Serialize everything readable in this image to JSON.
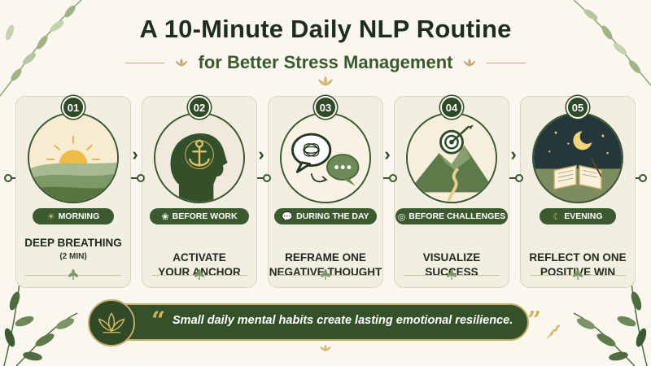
{
  "title": "A 10-Minute Daily NLP Routine",
  "subtitle": "for Better Stress Management",
  "steps": [
    {
      "number": "01",
      "time": "MORNING",
      "time_icon": "sun-icon",
      "label": "DEEP BREATHING",
      "sub": "(2 MIN)",
      "illustration": "sunrise-hills"
    },
    {
      "number": "02",
      "time": "BEFORE WORK",
      "time_icon": "brain-icon",
      "label": "ACTIVATE\nYOUR ANCHOR",
      "sub": "",
      "illustration": "head-anchor"
    },
    {
      "number": "03",
      "time": "DURING THE DAY",
      "time_icon": "chat-icon",
      "label": "REFRAME ONE\nNEGATIVE THOUGHT",
      "sub": "",
      "illustration": "speech-bubbles"
    },
    {
      "number": "04",
      "time": "BEFORE CHALLENGES",
      "time_icon": "target-icon",
      "label": "VISUALIZE\nSUCCESS",
      "sub": "",
      "illustration": "mountain-target"
    },
    {
      "number": "05",
      "time": "EVENING",
      "time_icon": "moon-icon",
      "label": "REFLECT ON ONE\nPOSITIVE WIN",
      "sub": "",
      "illustration": "night-journal"
    }
  ],
  "quote": {
    "text": "Small daily mental habits create lasting emotional resilience.",
    "open_mark": "“",
    "close_mark": "”"
  },
  "colors": {
    "primary_green": "#2f4a27",
    "gold": "#c9a968",
    "background": "#f9f7ef"
  }
}
